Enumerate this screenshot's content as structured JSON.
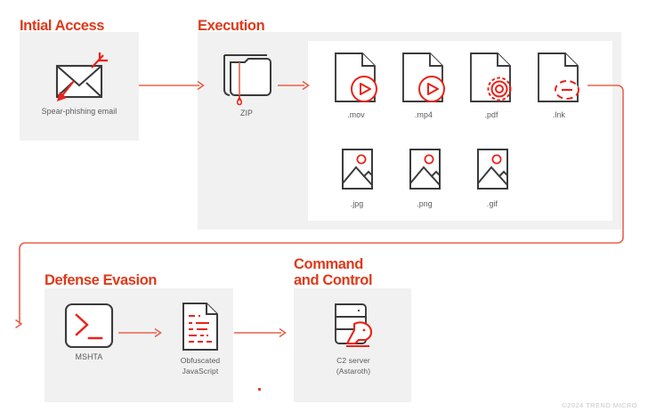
{
  "colors": {
    "accent_red": "#DE3A1B",
    "icon_red": "#E8231A",
    "arrow": "#E8604C",
    "panel_bg": "#f1f1f1",
    "icon_dark": "#3b3b3b",
    "caption": "#58595b",
    "footer": "#c7c7c7",
    "page_bg": "#ffffff"
  },
  "stages": {
    "initial_access": {
      "heading": "Intial Access"
    },
    "execution": {
      "heading": "Execution"
    },
    "defense_evasion": {
      "heading": "Defense Evasion"
    },
    "command_and_control": {
      "heading": "Command\nand Control"
    }
  },
  "nodes": {
    "email": {
      "label": "Spear-phishing email",
      "icon": "envelope-phishing-icon"
    },
    "zip": {
      "label": "ZIP",
      "icon": "zip-folder-leak-icon"
    },
    "mov": {
      "label": ".mov",
      "icon": "file-play-icon"
    },
    "mp4": {
      "label": ".mp4",
      "icon": "file-play-icon"
    },
    "pdf": {
      "label": ".pdf",
      "icon": "file-gear-icon"
    },
    "lnk": {
      "label": ".lnk",
      "icon": "file-link-icon"
    },
    "jpg": {
      "label": ".jpg",
      "icon": "image-file-icon"
    },
    "png": {
      "label": ".png",
      "icon": "image-file-icon"
    },
    "gif": {
      "label": ".gif",
      "icon": "image-file-icon"
    },
    "mshta": {
      "label": "MSHTA",
      "icon": "terminal-prompt-icon"
    },
    "obfuscated_js": {
      "label": "Obfuscated\nJavaScript",
      "icon": "obfuscated-document-icon"
    },
    "c2": {
      "label": "C2 server\n(Astaroth)",
      "icon": "server-trojan-horse-icon"
    }
  },
  "footer": {
    "copyright": "©2024 TREND MICRO"
  }
}
